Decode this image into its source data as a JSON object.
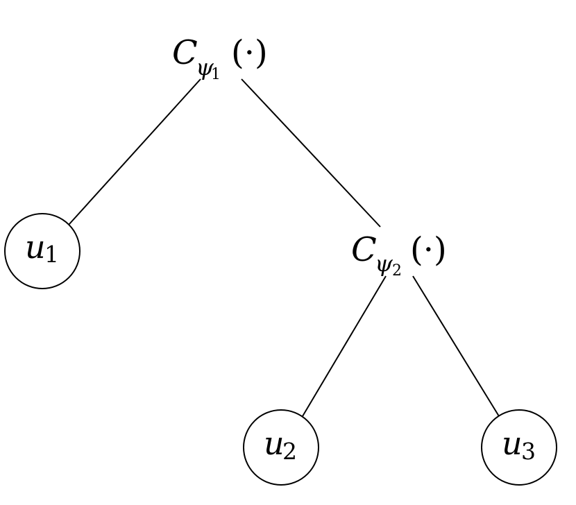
{
  "tree": {
    "root": {
      "symbol": "C",
      "sub_symbol": "ψ",
      "sub_index": "1",
      "arg": "(·)"
    },
    "inner": {
      "symbol": "C",
      "sub_symbol": "ψ",
      "sub_index": "2",
      "arg": "(·)"
    },
    "leaves": [
      {
        "symbol": "u",
        "index": "1"
      },
      {
        "symbol": "u",
        "index": "2"
      },
      {
        "symbol": "u",
        "index": "3"
      }
    ]
  }
}
